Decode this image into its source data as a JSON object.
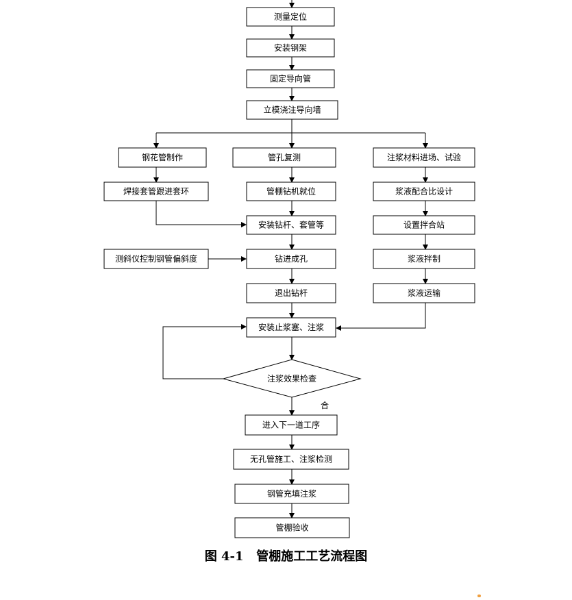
{
  "nodes": {
    "survey": "测量定位",
    "steel_frame": "安装钢架",
    "guide_pipe": "固定导向管",
    "guide_wall": "立模浇注导向墙",
    "pipe_make": "钢花管制作",
    "weld_collar": "焊接套管跟进套环",
    "hole_check": "管孔复测",
    "rig_position": "管棚钻机就位",
    "install_rod": "安装钻杆、套管等",
    "inclinometer": "测斜仪控制钢管偏斜度",
    "drill": "钻进成孔",
    "withdraw": "退出钻杆",
    "material_test": "注浆材料进场、试验",
    "mix_design": "浆液配合比设计",
    "mixing_station": "设置拌合站",
    "grout_mix": "浆液拌制",
    "grout_transport": "浆液运输",
    "install_stopper": "安装止浆塞、注浆",
    "effect_check": "注浆效果检查",
    "next_step": "进入下一道工序",
    "no_hole_pipe": "无孔管施工、注浆检测",
    "fill_grout": "钢管充填注浆",
    "accept": "管棚验收"
  },
  "labels": {
    "pass": "合"
  },
  "caption": {
    "number": "图 4-1",
    "title": "管棚施工工艺流程图"
  }
}
